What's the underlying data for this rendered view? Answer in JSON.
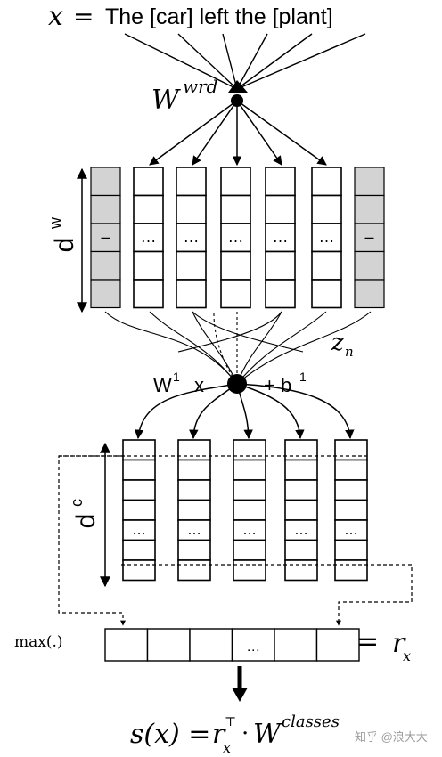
{
  "sentence": {
    "x_symbol": "x",
    "equals": "=",
    "text": "The [car] left the [plant]"
  },
  "embedding": {
    "w_symbol": "W",
    "w_superscript": "wrd",
    "dim_label": "d",
    "dim_superscript": "w",
    "gray_cell_text": "–",
    "white_cell_text": "…"
  },
  "convolution": {
    "z_symbol": "z",
    "z_subscript": "n",
    "w1_text": "W",
    "w1_sup": "1",
    "x_text": "x",
    "bias_text": "+ b",
    "bias_sup": "1"
  },
  "conv_output": {
    "dim_label": "d",
    "dim_superscript": "c",
    "cell_text": "…"
  },
  "pooling": {
    "label": "max(.)",
    "cell_text": "…",
    "equals": "=",
    "r_symbol": "r",
    "r_subscript": "x"
  },
  "score": {
    "formula_lhs": "s(x) =",
    "r_symbol": "r",
    "r_subscript": "x",
    "r_superscript": "⊤",
    "dot": "·",
    "w_symbol": "W",
    "w_superscript": "classes"
  },
  "watermark": "知乎 @浪大大",
  "colors": {
    "line": "#000000",
    "gray_cell": "#d3d3d3",
    "watermark": "#9a9a9a"
  }
}
